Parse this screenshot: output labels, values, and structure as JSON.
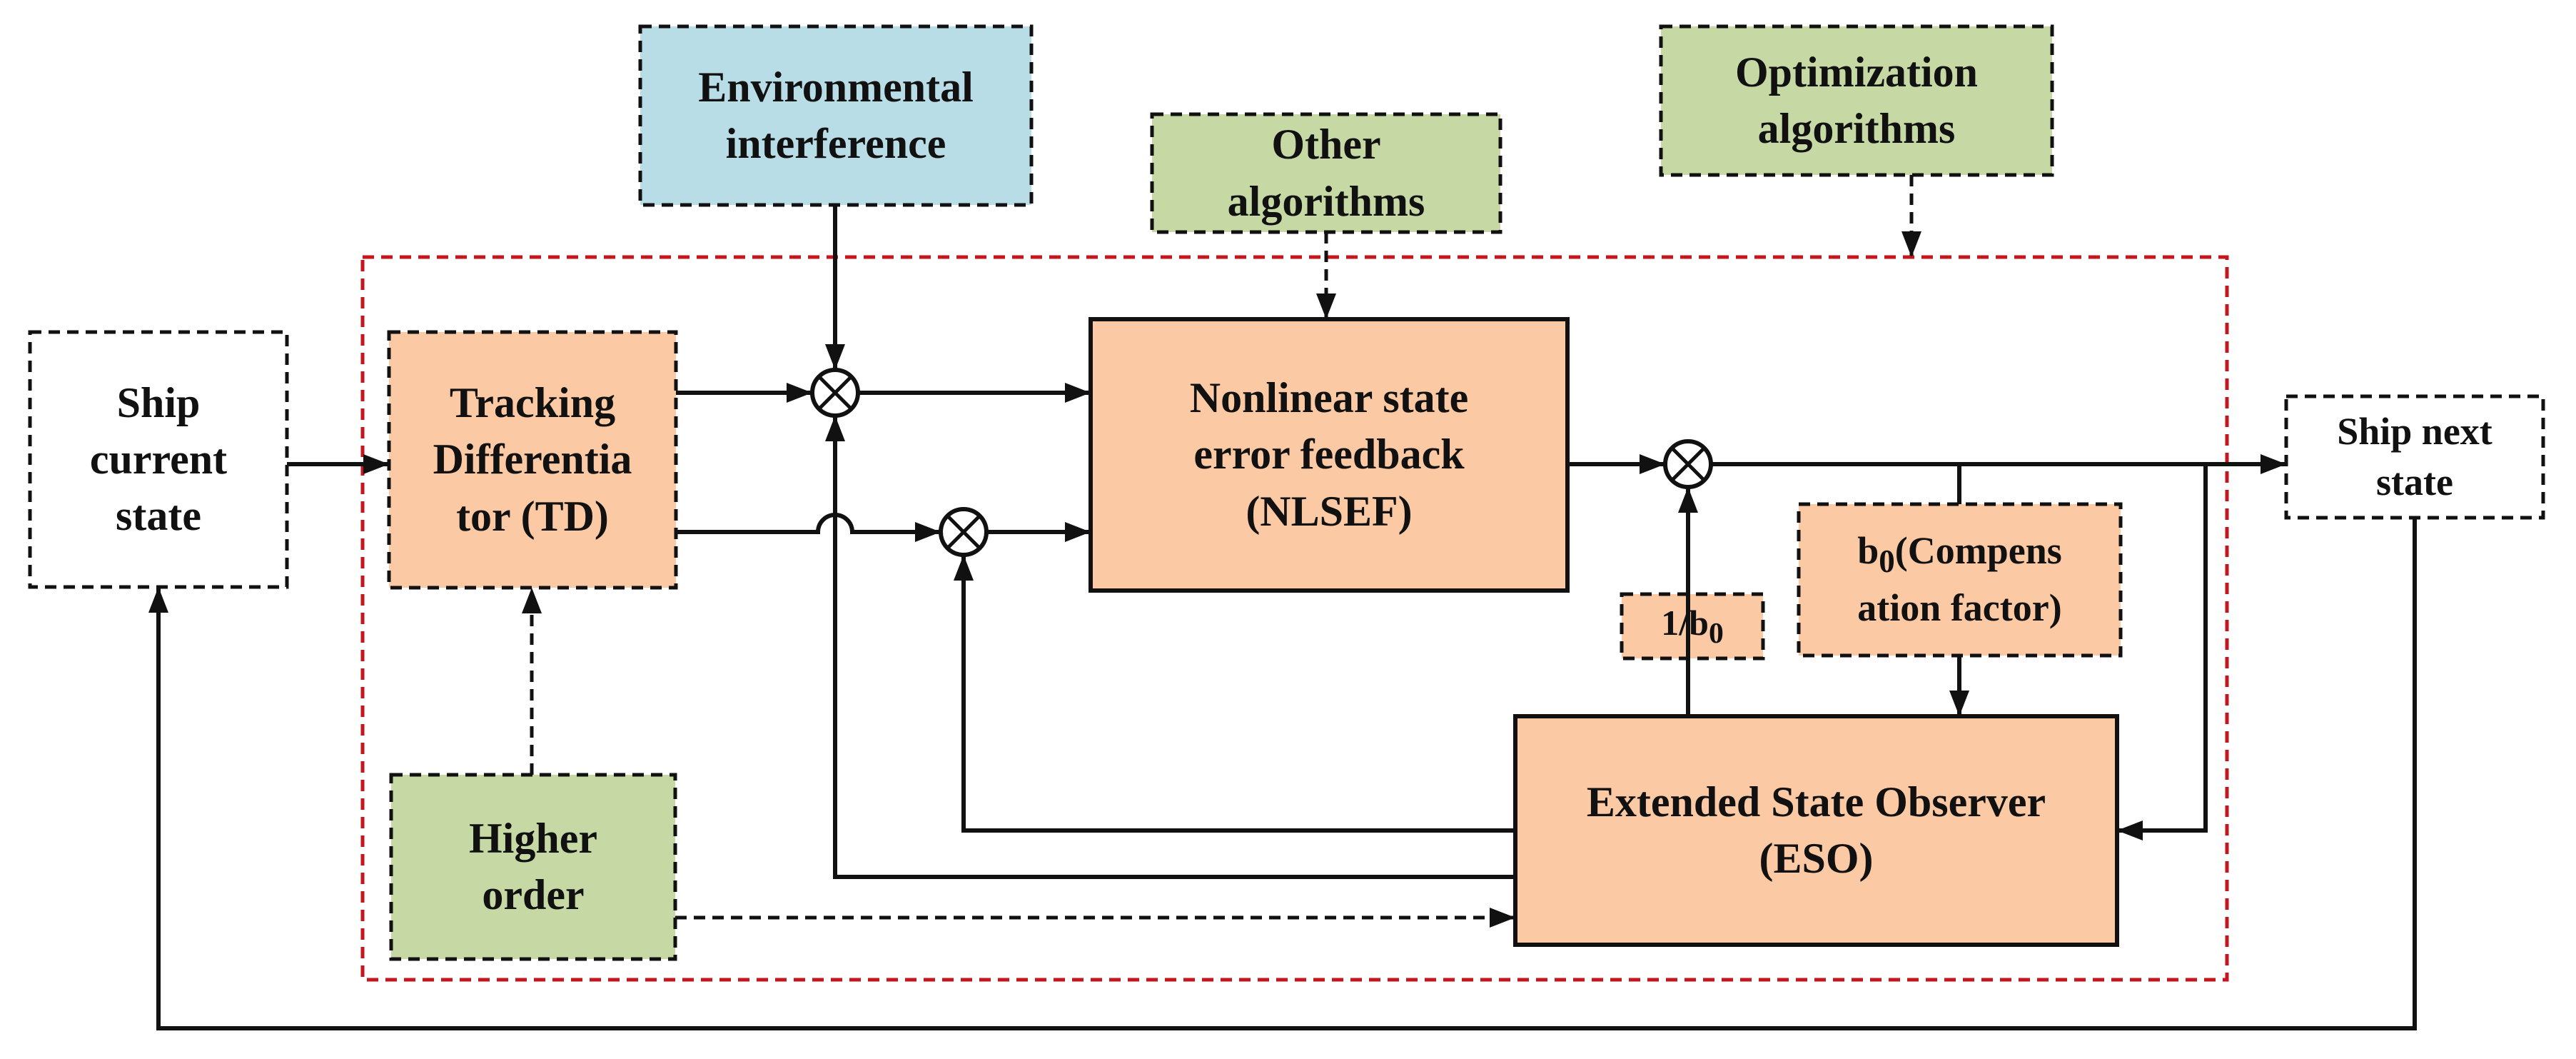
{
  "colors": {
    "orange_block": "#FBC9A3",
    "green_block": "#C6D9A5",
    "blue_block": "#B9DDE7",
    "white_block": "#FFFFFF",
    "red_dashed_boundary": "#C4161C",
    "line": "#111111"
  },
  "blocks": {
    "ship_current_state": "Ship\ncurrent\nstate",
    "tracking_differentiator": "Tracking\nDifferentia\ntor (TD)",
    "environmental_interference": "Environmental\ninterference",
    "other_algorithms": "Other\nalgorithms",
    "optimization_algorithms": "Optimization\nalgorithms",
    "nlsef": "Nonlinear state\nerror feedback\n(NLSEF)",
    "ship_next_state": "Ship next\nstate",
    "higher_order": "Higher\norder",
    "eso": "Extended State Observer\n(ESO)"
  },
  "gains": {
    "inverse_b0": {
      "prefix": "1/b",
      "subscript": "0"
    },
    "b0_compensation": {
      "prefix": "b",
      "subscript": "0",
      "line1_rest": "(Compens",
      "line2": "ation factor)"
    }
  },
  "summing_junctions": [
    "sum-disturbance",
    "sum-td-derivative",
    "sum-control-output"
  ]
}
